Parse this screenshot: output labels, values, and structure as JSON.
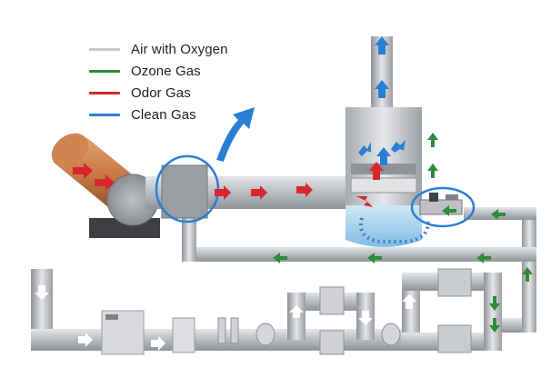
{
  "legend": {
    "items": [
      {
        "label": "Air with Oxygen",
        "color": "#c8c8c8"
      },
      {
        "label": "Ozone Gas",
        "color": "#2e8b3a"
      },
      {
        "label": "Odor Gas",
        "color": "#d8262e"
      },
      {
        "label": "Clean Gas",
        "color": "#2a7fd4"
      }
    ]
  },
  "colors": {
    "pipe": "#b9bcc0",
    "pipe_dark": "#8f9296",
    "equipment": "#d3d5d8",
    "duct": "#c97a45",
    "highlight_circle": "#2a7fd4",
    "water": "#a7d3ee"
  },
  "icons": [
    "air-arrow",
    "ozone-arrow",
    "odor-arrow",
    "clean-arrow",
    "exhaust-arrow"
  ]
}
